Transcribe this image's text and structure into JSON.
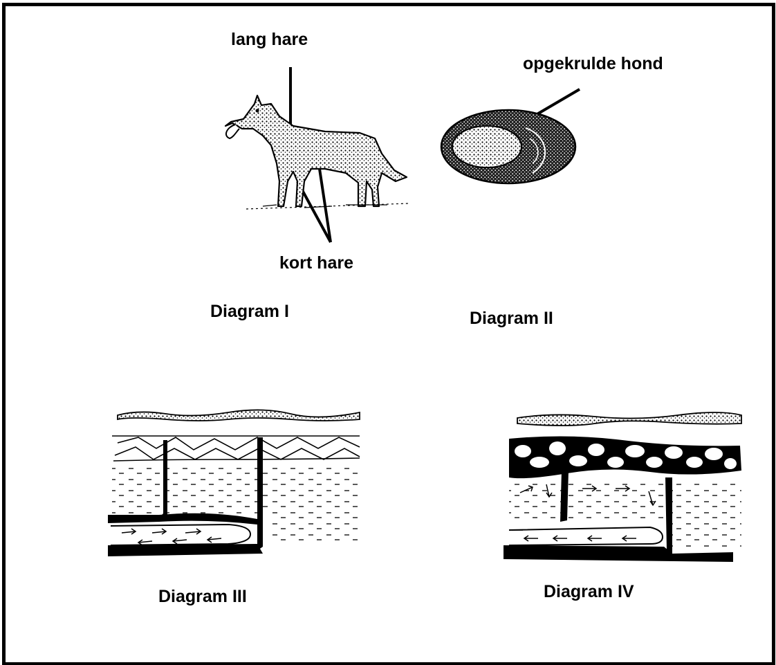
{
  "labels": {
    "lang_hare": "lang hare",
    "kort_hare": "kort hare",
    "opgekrulde_hond": "opgekrulde hond",
    "diagram_1": "Diagram I",
    "diagram_2": "Diagram II",
    "diagram_3": "Diagram III",
    "diagram_4": "Diagram IV"
  }
}
